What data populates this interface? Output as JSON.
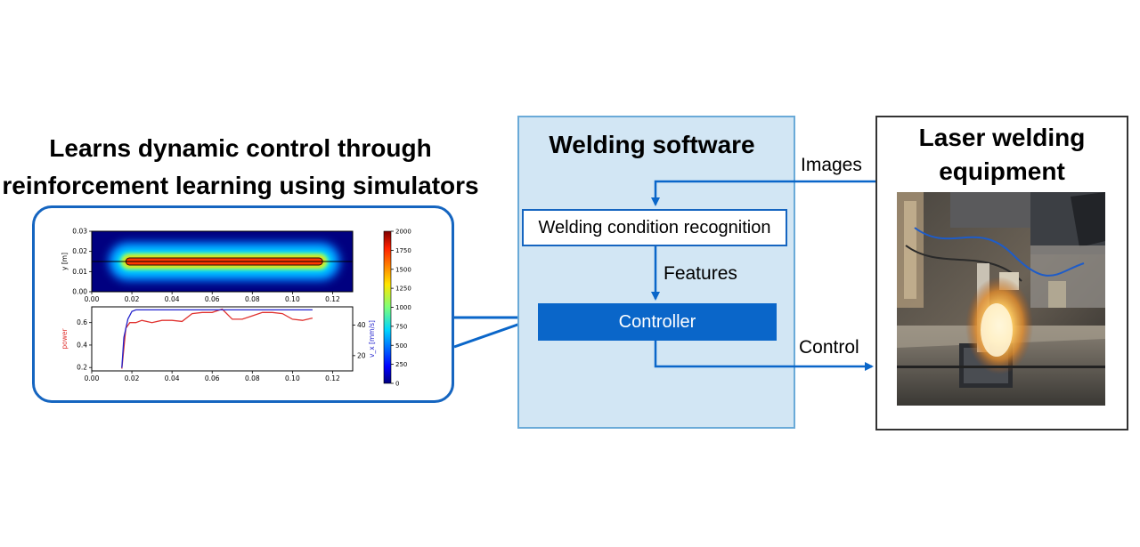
{
  "left": {
    "title_line1": "Learns dynamic control through",
    "title_line2": "reinforcement learning using simulators"
  },
  "software": {
    "title": "Welding software",
    "recognition_label": "Welding condition recognition",
    "controller_label": "Controller",
    "features_label": "Features"
  },
  "equipment": {
    "title_line1": "Laser welding",
    "title_line2": "equipment"
  },
  "flows": {
    "images_label": "Images",
    "control_label": "Control"
  },
  "colors": {
    "accent_blue": "#0a66c9",
    "software_bg": "#d2e6f4",
    "power_red": "#e0322f",
    "speed_blue": "#2222cc"
  },
  "chart_data": [
    {
      "type": "heatmap",
      "xlim": [
        0.0,
        0.13
      ],
      "ylim": [
        0.0,
        0.03
      ],
      "x_ticks": [
        "0.00",
        "0.02",
        "0.04",
        "0.06",
        "0.08",
        "0.10",
        "0.12"
      ],
      "y_ticks": [
        "0.00",
        "0.01",
        "0.02",
        "0.03"
      ],
      "ylabel": "y [m]",
      "bead_x_range": [
        0.017,
        0.115
      ],
      "bead_y": 0.015,
      "colorbar_ticks": [
        "0",
        "250",
        "500",
        "750",
        "1000",
        "1250",
        "1500",
        "1750",
        "2000"
      ],
      "colorbar_range": [
        0,
        2000
      ]
    },
    {
      "type": "line",
      "xlim": [
        0.0,
        0.13
      ],
      "x_ticks": [
        "0.00",
        "0.02",
        "0.04",
        "0.06",
        "0.08",
        "0.10",
        "0.12"
      ],
      "ylabel_left": "power",
      "ylabel_right": "v_x [mm/s]",
      "left_ticks": [
        "0.2",
        "0.4",
        "0.6"
      ],
      "right_ticks": [
        "20",
        "40"
      ],
      "ylim_left": [
        0.17,
        0.74
      ],
      "ylim_right": [
        10,
        52
      ],
      "series": [
        {
          "name": "power",
          "axis": "left",
          "x": [
            0.015,
            0.017,
            0.019,
            0.022,
            0.025,
            0.03,
            0.035,
            0.04,
            0.045,
            0.05,
            0.055,
            0.06,
            0.065,
            0.07,
            0.075,
            0.08,
            0.085,
            0.09,
            0.095,
            0.1,
            0.105,
            0.11
          ],
          "y": [
            0.19,
            0.55,
            0.6,
            0.6,
            0.62,
            0.6,
            0.62,
            0.62,
            0.61,
            0.68,
            0.69,
            0.69,
            0.72,
            0.63,
            0.63,
            0.66,
            0.69,
            0.69,
            0.68,
            0.63,
            0.62,
            0.64
          ]
        },
        {
          "name": "v_x",
          "axis": "right",
          "x": [
            0.015,
            0.016,
            0.018,
            0.02,
            0.022,
            0.025,
            0.04,
            0.06,
            0.08,
            0.1,
            0.11
          ],
          "y": [
            12,
            32,
            44,
            49,
            50,
            50,
            50,
            50,
            50,
            50,
            50
          ]
        }
      ]
    }
  ]
}
